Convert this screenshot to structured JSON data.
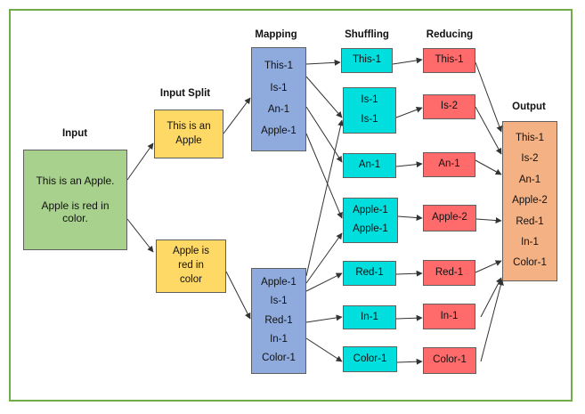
{
  "colors": {
    "frame": "#70ad47",
    "input": "#a9d18e",
    "split": "#ffd966",
    "mapping": "#8faadc",
    "shuffle": "#00dede",
    "reduce": "#ff6b6b",
    "output": "#f4b183",
    "arrow": "#333333"
  },
  "headings": {
    "input": "Input",
    "split": "Input Split",
    "mapping": "Mapping",
    "shuffling": "Shuffling",
    "reducing": "Reducing",
    "output": "Output"
  },
  "input": [
    "This is an Apple.",
    "Apple is red in color."
  ],
  "splits": [
    [
      "This is an",
      "Apple"
    ],
    [
      "Apple is",
      "red in",
      "color"
    ]
  ],
  "mapping": [
    [
      "This-1",
      "Is-1",
      "An-1",
      "Apple-1"
    ],
    [
      "Apple-1",
      "Is-1",
      "Red-1",
      "In-1",
      "Color-1"
    ]
  ],
  "shuffle": [
    [
      "This-1"
    ],
    [
      "Is-1",
      "Is-1"
    ],
    [
      "An-1"
    ],
    [
      "Apple-1",
      "Apple-1"
    ],
    [
      "Red-1"
    ],
    [
      "In-1"
    ],
    [
      "Color-1"
    ]
  ],
  "reduce": [
    "This-1",
    "Is-2",
    "An-1",
    "Apple-2",
    "Red-1",
    "In-1",
    "Color-1"
  ],
  "output": [
    "This-1",
    "Is-2",
    "An-1",
    "Apple-2",
    "Red-1",
    "In-1",
    "Color-1"
  ]
}
